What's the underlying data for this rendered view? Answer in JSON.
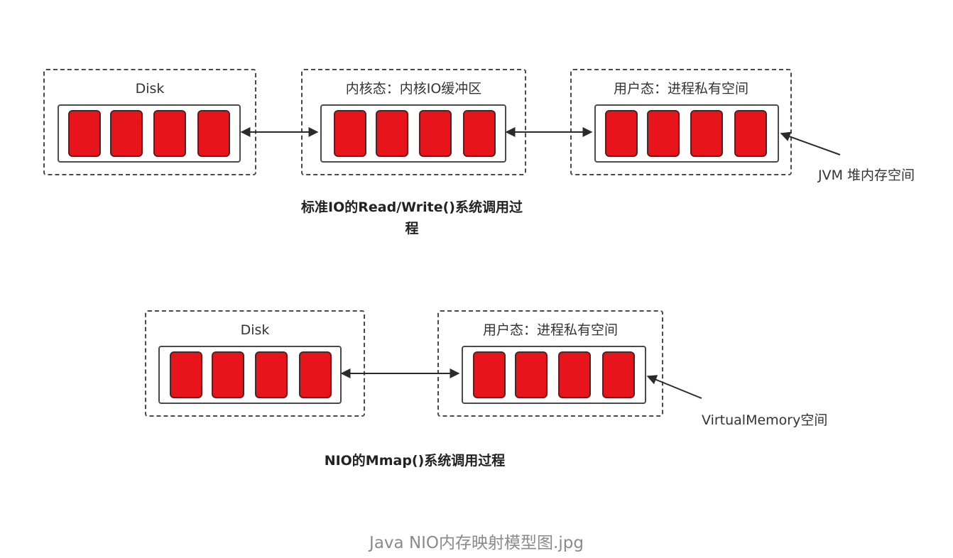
{
  "diagram1": {
    "disk_label": "Disk",
    "kernel_label": "内核态：内核IO缓冲区",
    "user_label": "用户态：进程私有空间",
    "jvm_note": "JVM 堆内存空间",
    "caption_line1": "标准IO的Read/Write()系统调用过",
    "caption_line2": "程"
  },
  "diagram2": {
    "disk_label": "Disk",
    "user_label": "用户态：进程私有空间",
    "vm_note": "VirtualMemory空间",
    "caption": "NIO的Mmap()系统调用过程"
  },
  "footer_caption": "Java NIO内存映射模型图.jpg",
  "colors": {
    "block_fill": "#e8141b",
    "border": "#4a4a4a",
    "footer_text": "#8a8a8a"
  }
}
